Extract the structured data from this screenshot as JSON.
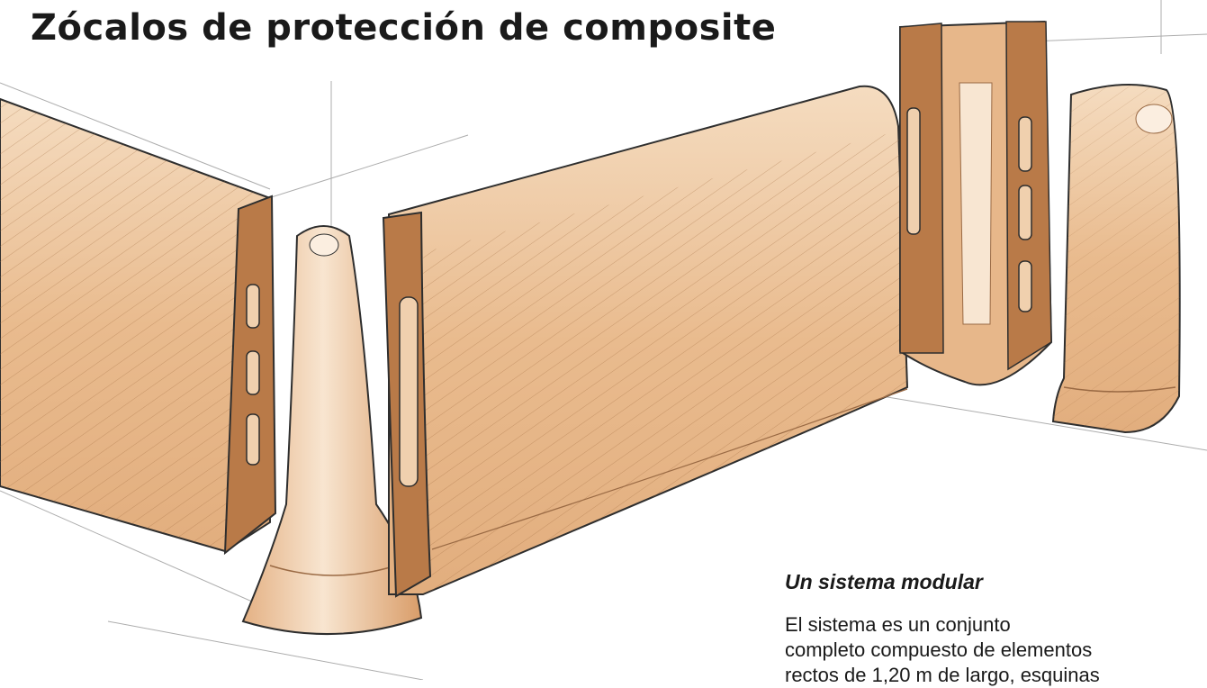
{
  "title": "Zócalos de protección de composite",
  "section": {
    "heading": "Un sistema modular",
    "body_lines": [
      "El sistema es un conjunto",
      "completo compuesto de elementos",
      "rectos de 1,20 m de largo, esquinas"
    ]
  },
  "illustration": {
    "pieces": [
      "straight-skirting-section-left",
      "outer-corner-cap",
      "straight-skirting-section-center",
      "inner-corner-piece",
      "end-cap-piece"
    ],
    "colors": {
      "wood": "#e7b78a",
      "wood_light": "#f3d3b2",
      "wood_dark": "#b97a48",
      "outline": "#2e2e2e",
      "guide_line": "#8a8a8a"
    }
  }
}
